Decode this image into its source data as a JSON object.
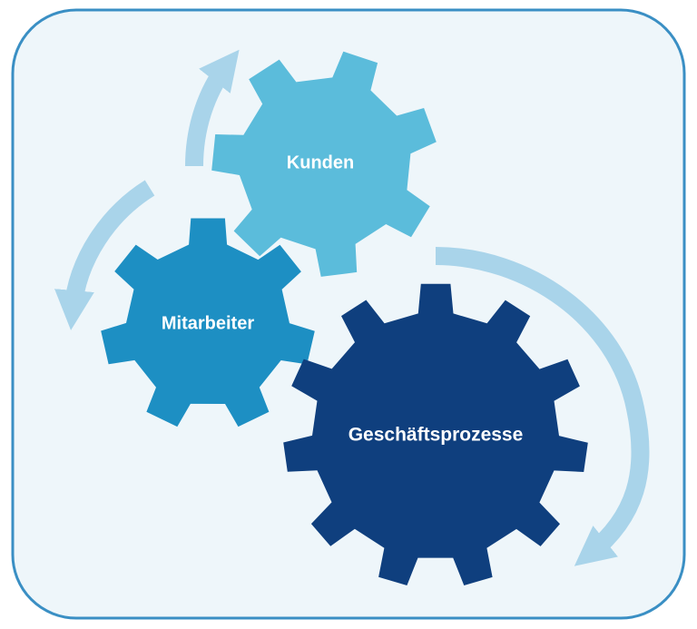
{
  "diagram": {
    "panel_color": "#eef6fa",
    "panel_border_color": "#3a8fc4",
    "arrow_color": "#a9d4ea",
    "gears": [
      {
        "id": "kunden",
        "label": "Kunden",
        "color": "#5bbcdb"
      },
      {
        "id": "mitarbeiter",
        "label": "Mitarbeiter",
        "color": "#1d8fc3"
      },
      {
        "id": "geschaeftsprozesse",
        "label": "Geschäftsprozesse",
        "color": "#0f3f7e"
      }
    ]
  }
}
